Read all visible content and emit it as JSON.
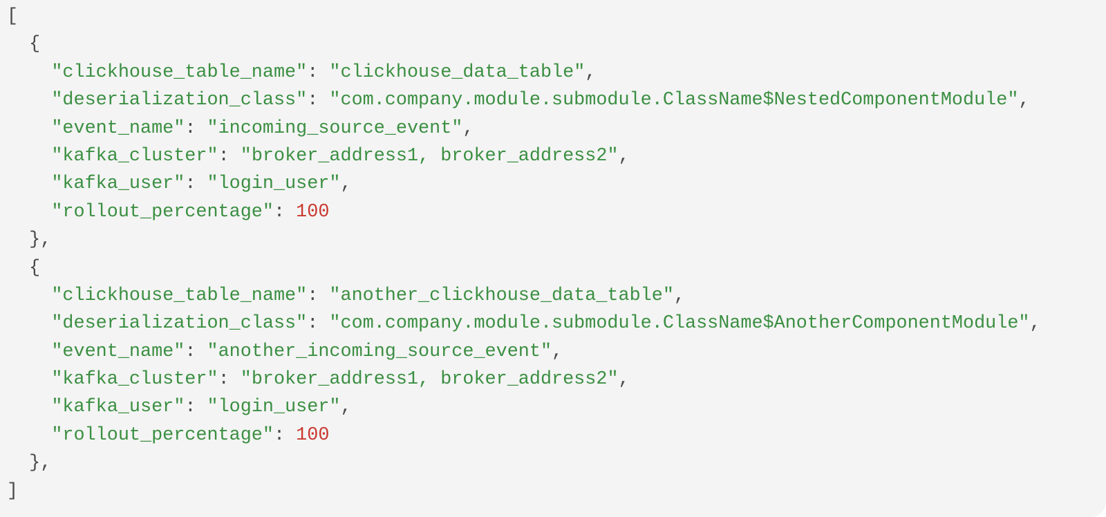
{
  "code": {
    "language": "json",
    "colors": {
      "string": "#3b8f42",
      "number": "#c8372d",
      "punctuation": "#4a4a4a",
      "background": "#f4f4f4"
    },
    "objects": [
      {
        "entries": [
          {
            "key": "clickhouse_table_name",
            "value": "clickhouse_data_table",
            "type": "string"
          },
          {
            "key": "deserialization_class",
            "value": "com.company.module.submodule.ClassName$NestedComponentModule",
            "type": "string"
          },
          {
            "key": "event_name",
            "value": "incoming_source_event",
            "type": "string"
          },
          {
            "key": "kafka_cluster",
            "value": "broker_address1, broker_address2",
            "type": "string"
          },
          {
            "key": "kafka_user",
            "value": "login_user",
            "type": "string"
          },
          {
            "key": "rollout_percentage",
            "value": "100",
            "type": "number"
          }
        ]
      },
      {
        "entries": [
          {
            "key": "clickhouse_table_name",
            "value": "another_clickhouse_data_table",
            "type": "string"
          },
          {
            "key": "deserialization_class",
            "value": "com.company.module.submodule.ClassName$AnotherComponentModule",
            "type": "string"
          },
          {
            "key": "event_name",
            "value": "another_incoming_source_event",
            "type": "string"
          },
          {
            "key": "kafka_cluster",
            "value": "broker_address1, broker_address2",
            "type": "string"
          },
          {
            "key": "kafka_user",
            "value": "login_user",
            "type": "string"
          },
          {
            "key": "rollout_percentage",
            "value": "100",
            "type": "number"
          }
        ]
      }
    ]
  }
}
